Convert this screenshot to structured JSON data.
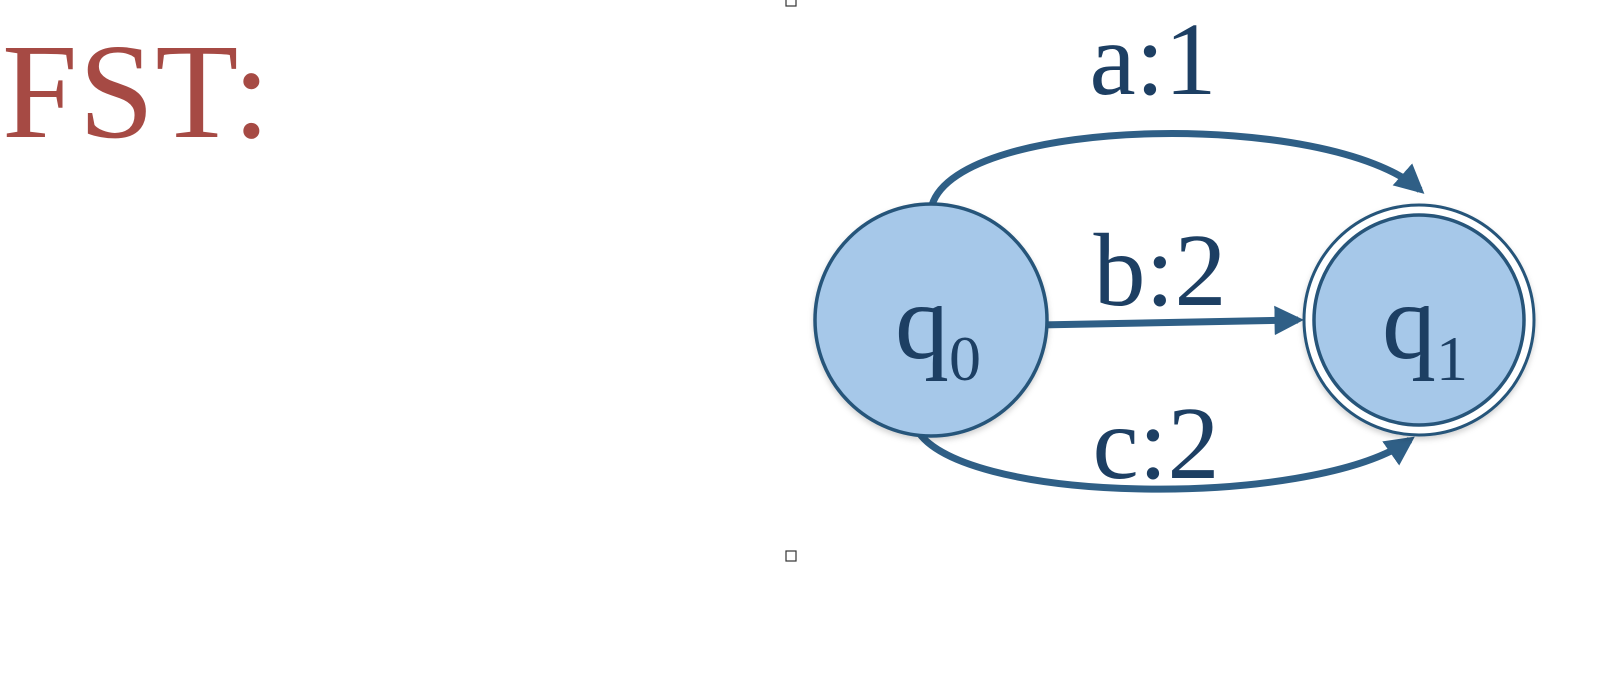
{
  "heading": {
    "text": "FST:"
  },
  "fst": {
    "states": [
      {
        "id": "q0",
        "letter": "q",
        "subscript": "0",
        "accepting": false
      },
      {
        "id": "q1",
        "letter": "q",
        "subscript": "1",
        "accepting": true
      }
    ],
    "transitions": [
      {
        "from": "q0",
        "to": "q1",
        "input": "a",
        "output": "1",
        "label": "a:1"
      },
      {
        "from": "q0",
        "to": "q1",
        "input": "b",
        "output": "2",
        "label": "b:2"
      },
      {
        "from": "q0",
        "to": "q1",
        "input": "c",
        "output": "2",
        "label": "c:2"
      }
    ]
  },
  "colors": {
    "heading": "#a64a44",
    "state_fill": "#a6c8e9",
    "state_stroke": "#27557a",
    "edge": "#2f5f86",
    "text": "#1d3f63"
  }
}
